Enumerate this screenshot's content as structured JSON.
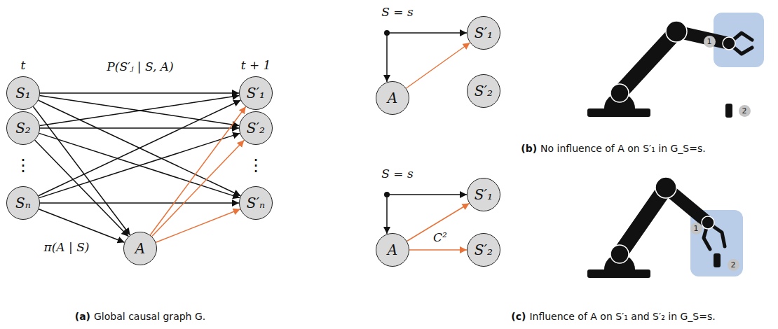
{
  "diagram": {
    "nodes": [
      {
        "text": [
          "S₁"
        ]
      },
      {
        "text": [
          "S₂"
        ]
      },
      {
        "text": [
          "Sₙ"
        ]
      },
      {
        "text": [
          "S′₁"
        ]
      },
      {
        "text": [
          "S′₂"
        ]
      },
      {
        "text": [
          "S′ₙ"
        ]
      },
      {
        "text": [
          "A"
        ]
      },
      {
        "text": [
          "S′₁"
        ]
      },
      {
        "text": [
          "A"
        ]
      },
      {
        "text": [
          "S′₂"
        ]
      },
      {
        "text": [
          "S′₁"
        ]
      },
      {
        "text": [
          "A"
        ]
      },
      {
        "text": [
          "S′₂"
        ]
      }
    ],
    "edges": [
      {
        "from": 0,
        "to": 3,
        "arrow": "to"
      },
      {
        "from": 0,
        "to": 4,
        "arrow": "to"
      },
      {
        "from": 0,
        "to": 5,
        "arrow": "to"
      },
      {
        "from": 0,
        "to": 6,
        "arrow": "to"
      },
      {
        "from": 1,
        "to": 3,
        "arrow": "to"
      },
      {
        "from": 1,
        "to": 4,
        "arrow": "to"
      },
      {
        "from": 1,
        "to": 5,
        "arrow": "to"
      },
      {
        "from": 1,
        "to": 6,
        "arrow": "to"
      },
      {
        "from": 2,
        "to": 3,
        "arrow": "to"
      },
      {
        "from": 2,
        "to": 4,
        "arrow": "to"
      },
      {
        "from": 2,
        "to": 5,
        "arrow": "to"
      },
      {
        "from": 2,
        "to": 6,
        "arrow": "to"
      },
      {
        "from": 6,
        "to": 3,
        "arrow": "to"
      },
      {
        "from": 6,
        "to": 4,
        "arrow": "to"
      },
      {
        "from": 6,
        "to": 5,
        "arrow": "to"
      },
      {
        "from": 8,
        "to": 7,
        "arrow": "to"
      },
      {
        "from": 11,
        "to": 10,
        "arrow": "to"
      },
      {
        "from": 11,
        "to": 12,
        "label": "C²",
        "arrow": "to"
      }
    ],
    "labels": [
      "t",
      "t + 1",
      "P(S′ⱼ | S, A)",
      "⋮",
      "⋮",
      "π(A | S)",
      "(a)",
      "Global causal graph G.",
      "S = s",
      "1",
      "2",
      "(b)",
      "No influence of A on S′₁ in G_S=s.",
      "S = s",
      "1",
      "2",
      "(c)",
      "Influence of A on S′₁ and S′₂ in G_S=s."
    ]
  }
}
